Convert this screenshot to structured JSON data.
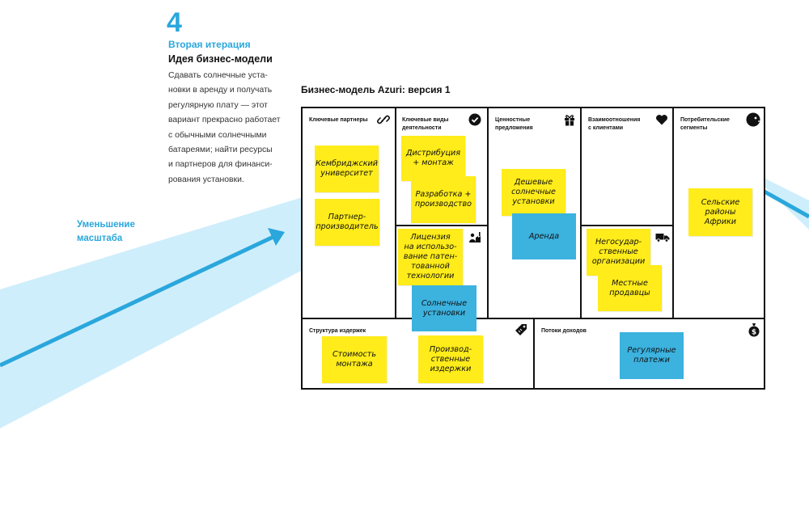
{
  "step": {
    "number": "4",
    "subtitle": "Вторая итерация",
    "title": "Идея бизнес-модели",
    "description_lines": [
      "Сдавать солнечные уста-",
      "новки в аренду и получать",
      "регулярную плату — этот",
      "вариант прекрасно работает",
      "с обычными солнечными",
      "батареями; найти ресурсы",
      "и партнеров для финанси-",
      "рования установки."
    ]
  },
  "zoom": {
    "label_lines": [
      "Уменьшение",
      "масштаба"
    ]
  },
  "canvas": {
    "title": "Бизнес-модель Azuri: версия 1",
    "blocks": {
      "key_partners": {
        "label_lines": [
          "Ключевые партнеры"
        ],
        "icon": "link-icon"
      },
      "key_activities": {
        "label_lines": [
          "Ключевые виды",
          "деятельности"
        ],
        "icon": "checkmark-icon"
      },
      "key_resources": {
        "label_lines": [],
        "icon": "factory-worker-icon"
      },
      "value_propositions": {
        "label_lines": [
          "Ценностные",
          "предложения"
        ],
        "icon": "gift-icon"
      },
      "customer_relationships": {
        "label_lines": [
          "Взаимоотношения",
          "с клиентами"
        ],
        "icon": "heart-icon"
      },
      "channels": {
        "label_lines": [],
        "icon": "truck-icon"
      },
      "customer_segments": {
        "label_lines": [
          "Потребительские",
          "сегменты"
        ],
        "icon": "face-icon"
      },
      "cost_structure": {
        "label_lines": [
          "Структура издержек"
        ],
        "icon": "price-tag-icon"
      },
      "revenue_streams": {
        "label_lines": [
          "Потоки доходов"
        ],
        "icon": "money-bag-icon"
      }
    },
    "notes": [
      {
        "id": "cambridge",
        "color": "yellow",
        "lines": [
          "Кембриджский",
          "университет"
        ]
      },
      {
        "id": "partner-manufacturer",
        "color": "yellow",
        "lines": [
          "Партнер-",
          "производитель"
        ]
      },
      {
        "id": "distribution",
        "color": "yellow",
        "lines": [
          "Дистрибуция",
          "+ монтаж"
        ]
      },
      {
        "id": "development",
        "color": "yellow",
        "lines": [
          "Разработка +",
          "производство"
        ]
      },
      {
        "id": "license",
        "color": "yellow",
        "lines": [
          "Лицензия",
          "на использо-",
          "вание патен-",
          "тованной",
          "технологии"
        ]
      },
      {
        "id": "solar-units-resource",
        "color": "blue",
        "lines": [
          "Солнечные",
          "установки"
        ]
      },
      {
        "id": "cheap-solar",
        "color": "yellow",
        "lines": [
          "Дешевые",
          "солнечные",
          "установки"
        ]
      },
      {
        "id": "rent",
        "color": "blue",
        "lines": [
          "Аренда"
        ]
      },
      {
        "id": "ngo",
        "color": "yellow",
        "lines": [
          "Негосудар-",
          "ственные",
          "организации"
        ]
      },
      {
        "id": "local-sellers",
        "color": "yellow",
        "lines": [
          "Местные",
          "продавцы"
        ]
      },
      {
        "id": "rural-africa",
        "color": "yellow",
        "lines": [
          "Сельские",
          "районы",
          "Африки"
        ]
      },
      {
        "id": "installation-cost",
        "color": "yellow",
        "lines": [
          "Стоимость",
          "монтажа"
        ]
      },
      {
        "id": "production-cost",
        "color": "yellow",
        "lines": [
          "Производ-",
          "ственные",
          "издержки"
        ]
      },
      {
        "id": "regular-payments",
        "color": "blue",
        "lines": [
          "Регулярные",
          "платежи"
        ]
      }
    ]
  },
  "colors": {
    "accent": "#2aa7dc",
    "sticky_yellow": "#ffec1a",
    "sticky_blue": "#3cb2df",
    "beam": "#cfeefb"
  }
}
